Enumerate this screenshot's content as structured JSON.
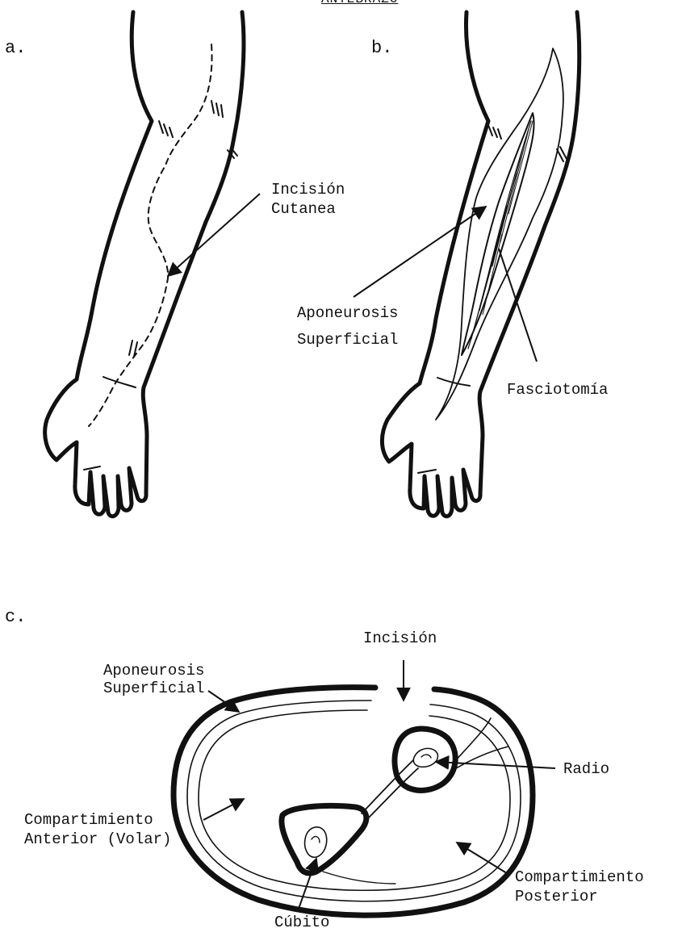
{
  "heading": "ANTEBRAZO",
  "panel_a": {
    "letter": "a.",
    "label_line1": "Incisión",
    "label_line2": "Cutanea"
  },
  "panel_b": {
    "letter": "b.",
    "aponeurosis_line1": "Aponeurosis",
    "aponeurosis_line2": "Superficial",
    "fasciotomy": "Fasciotomía"
  },
  "panel_c": {
    "letter": "c.",
    "incision": "Incisión",
    "aponeurosis_line1": "Aponeurosis",
    "aponeurosis_line2": "Superficial",
    "radio": "Radio",
    "anterior_line1": "Compartimiento",
    "anterior_line2": "Anterior (Volar)",
    "posterior_line1": "Compartimiento",
    "posterior_line2": "Posterior",
    "cubito": "Cúbito"
  }
}
